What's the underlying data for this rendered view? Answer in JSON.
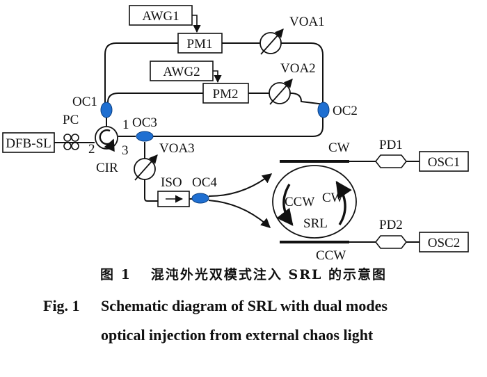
{
  "labels": {
    "awg1": "AWG1",
    "awg2": "AWG2",
    "pm1": "PM1",
    "pm2": "PM2",
    "voa1": "VOA1",
    "voa2": "VOA2",
    "voa3": "VOA3",
    "oc1": "OC1",
    "oc2": "OC2",
    "oc3": "OC3",
    "oc4": "OC4",
    "pc": "PC",
    "dfb": "DFB-SL",
    "cir": "CIR",
    "port1": "1",
    "port2": "2",
    "port3": "3",
    "iso": "ISO",
    "cw_top": "CW",
    "ccw_bottom": "CCW",
    "ccw_inner": "CCW",
    "cw_inner": "CW",
    "srl": "SRL",
    "pd1": "PD1",
    "pd2": "PD2",
    "osc1": "OSC1",
    "osc2": "OSC2"
  },
  "caption": {
    "cn_number": "图 1",
    "cn_text": "混沌外光双模式注入 SRL 的示意图",
    "en_number": "Fig. 1",
    "en_line1": "Schematic diagram of SRL with dual modes",
    "en_line2": "optical injection from external chaos light"
  },
  "colors": {
    "coupler": "#1f6fd1",
    "line": "#111111"
  }
}
